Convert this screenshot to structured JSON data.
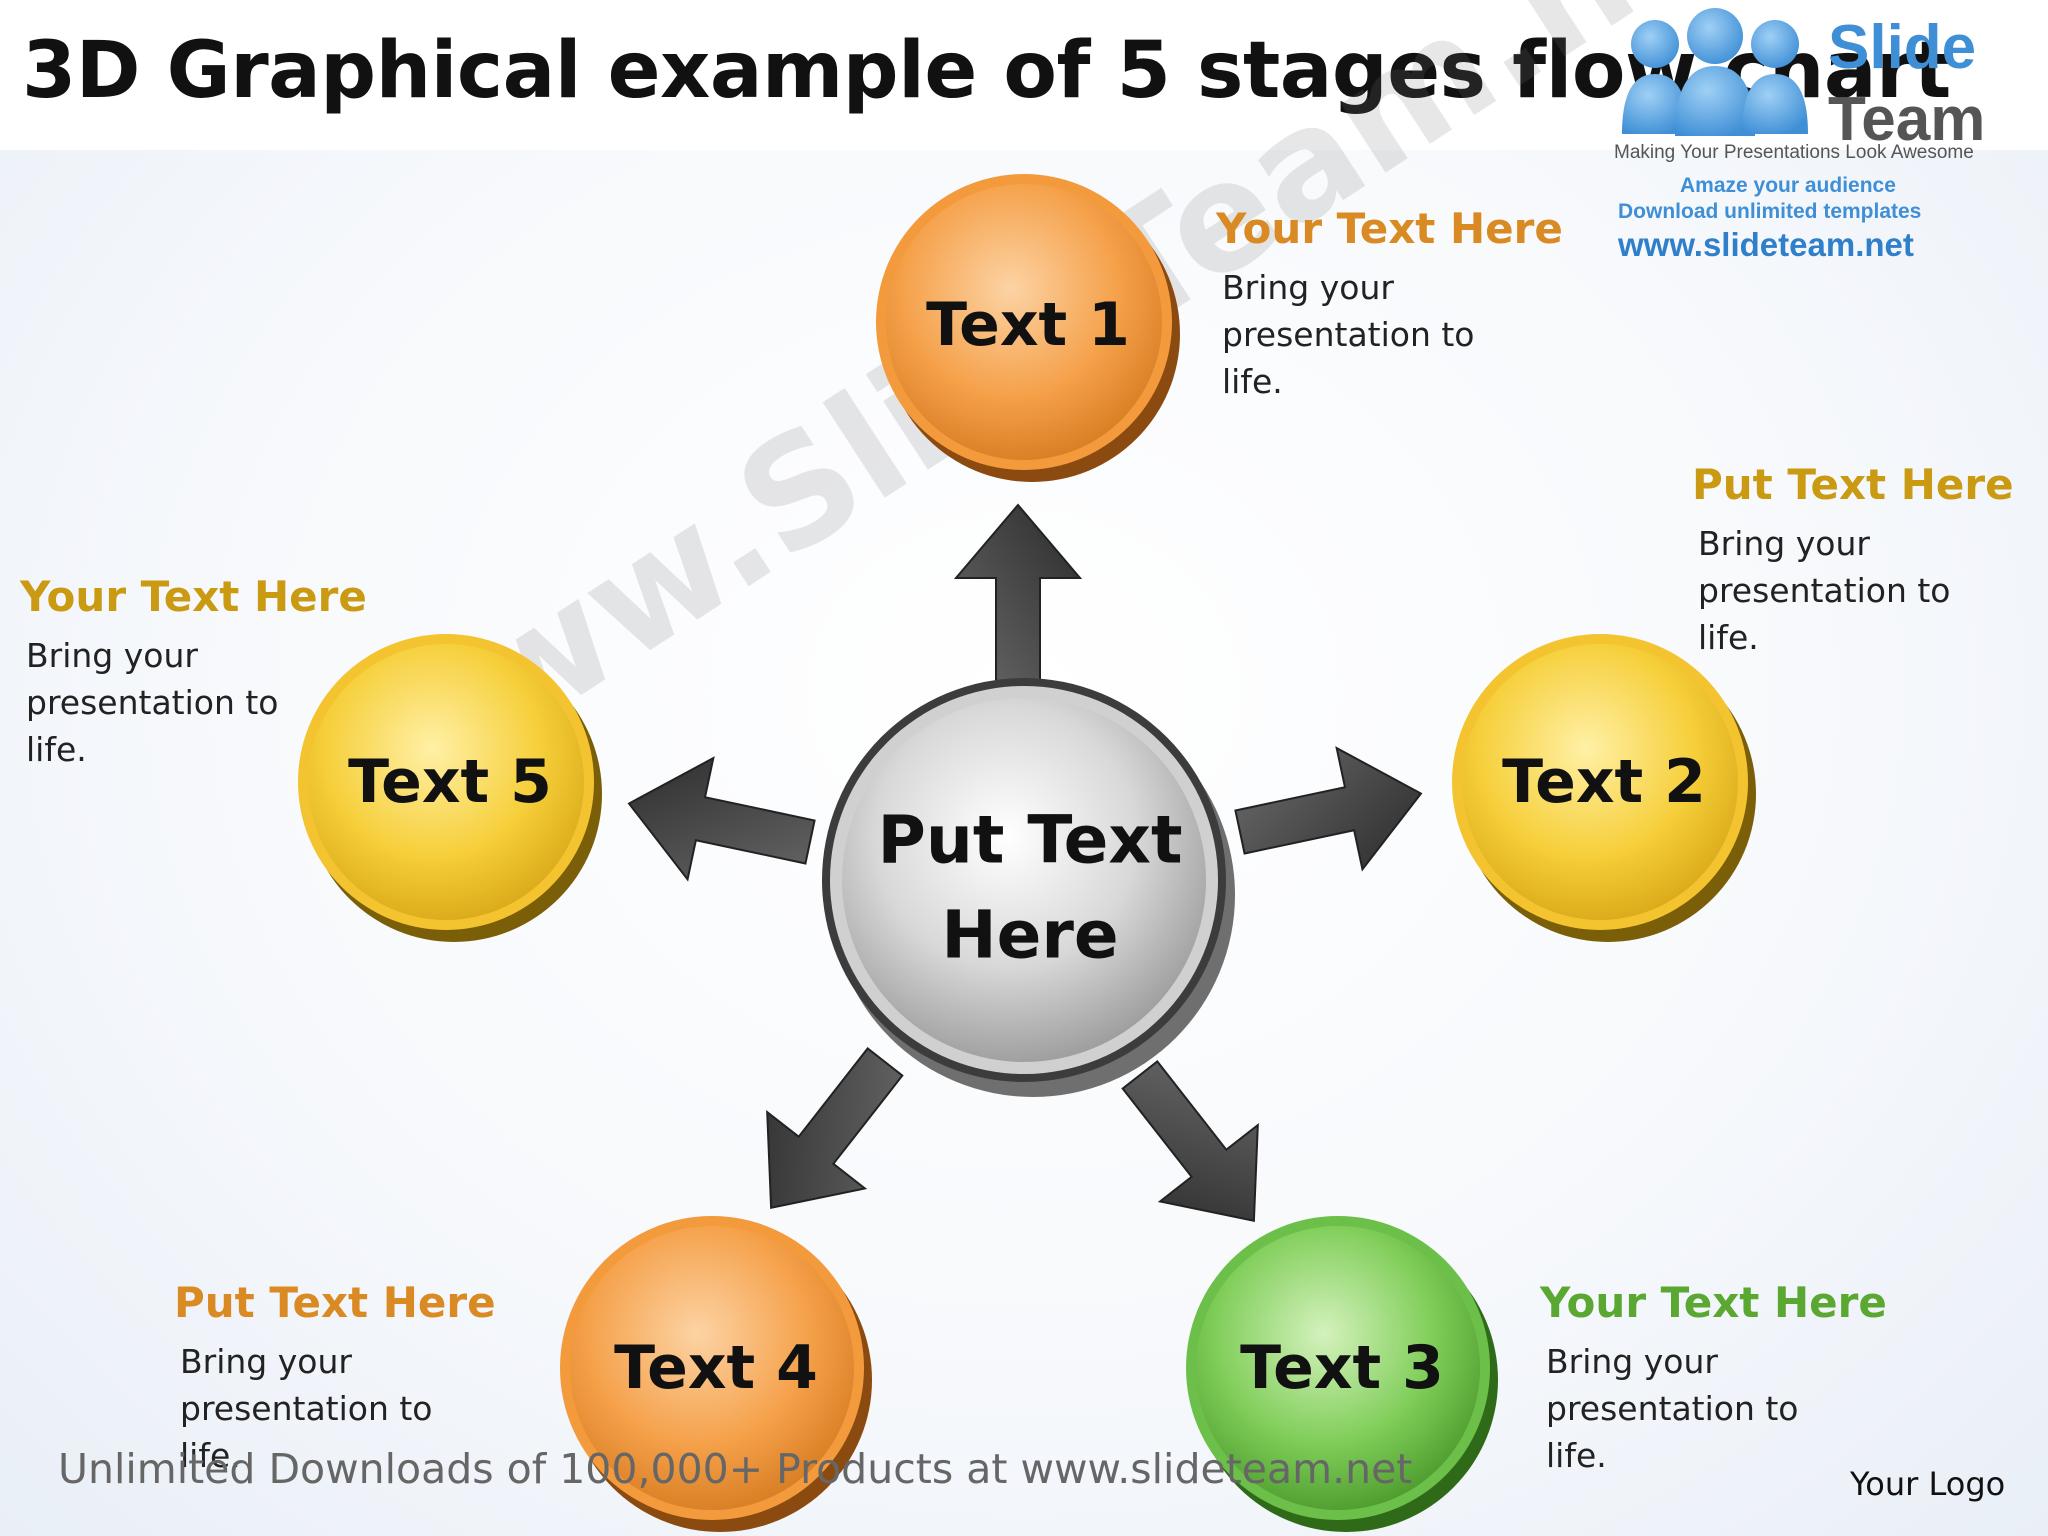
{
  "title": "3D Graphical example of 5 stages flow chart",
  "logo": {
    "name_top": "Slide",
    "name_bottom": "Team",
    "tagline": "Making Your Presentations Look Awesome",
    "line1": "Amaze your audience",
    "line2": "Download unlimited templates",
    "url": "www.slideteam.net"
  },
  "watermark": "www.SlideTeam.net",
  "center": {
    "label_line1": "Put Text",
    "label_line2": "Here"
  },
  "stages": [
    {
      "label": "Text 1",
      "color": "#f29a3c"
    },
    {
      "label": "Text 2",
      "color": "#f4c430"
    },
    {
      "label": "Text 3",
      "color": "#6cc04a"
    },
    {
      "label": "Text 4",
      "color": "#f29a3c"
    },
    {
      "label": "Text 5",
      "color": "#f4c430"
    }
  ],
  "notes": [
    {
      "heading": "Your Text Here",
      "line1": "Bring your",
      "line2": "presentation to",
      "line3": "life.",
      "color": "#d98a22"
    },
    {
      "heading": "Put Text Here",
      "line1": "Bring your",
      "line2": "presentation to",
      "line3": "life.",
      "color": "#c99a12"
    },
    {
      "heading": "Your Text Here",
      "line1": "Bring your",
      "line2": "presentation to",
      "line3": "life.",
      "color": "#5aa832"
    },
    {
      "heading": "Put Text Here",
      "line1": "Bring your",
      "line2": "presentation to",
      "line3": "life.",
      "color": "#d98a22"
    },
    {
      "heading": "Your Text Here",
      "line1": "Bring your",
      "line2": "presentation to",
      "line3": "life.",
      "color": "#c99a12"
    }
  ],
  "footer": "Unlimited Downloads of 100,000+ Products at www.slideteam.net",
  "your_logo": "Your Logo"
}
